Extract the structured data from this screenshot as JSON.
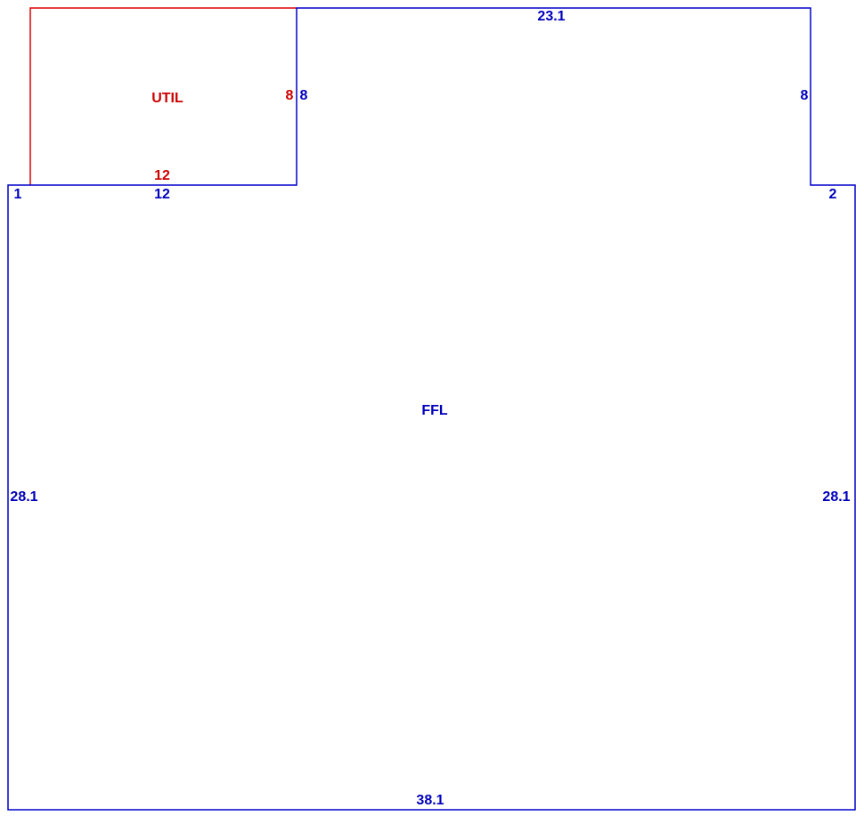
{
  "colors": {
    "main_outline": "#0000cc",
    "util_outline": "#dd0000",
    "main_text": "#0000bb",
    "util_text": "#cc0000",
    "background": "#ffffff"
  },
  "rooms": {
    "main": {
      "name": "FFL",
      "dimensions": {
        "top": "23.1",
        "bottom": "38.1",
        "left": "28.1",
        "right": "28.1",
        "step_left": "1",
        "step_right": "2",
        "upper_left_wall": "8",
        "upper_right_wall": "8",
        "lower_top_left": "12"
      }
    },
    "util": {
      "name": "UTIL",
      "dimensions": {
        "bottom": "12",
        "right": "8"
      }
    }
  }
}
